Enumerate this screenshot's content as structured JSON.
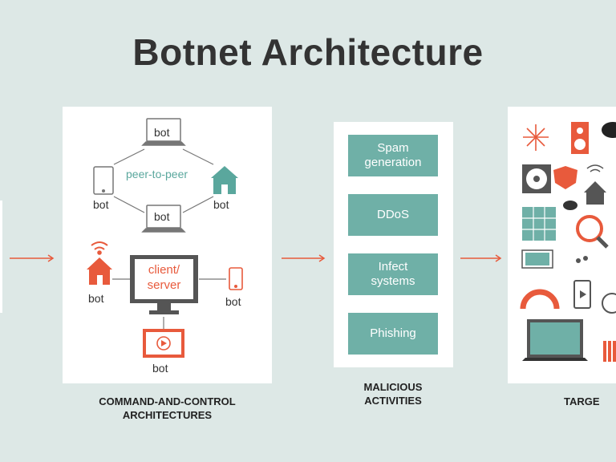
{
  "title": "Botnet Architecture",
  "captions": {
    "c2": "COMMAND-AND-CONTROL\nARCHITECTURES",
    "malicious": "MALICIOUS\nACTIVITIES",
    "targets": "TARGE"
  },
  "c2": {
    "p2p_label": "peer-to-peer",
    "client_server_label": "client/\nserver",
    "bot_label": "bot"
  },
  "activities": [
    "Spam\ngeneration",
    "DDoS",
    "Infect\nsystems",
    "Phishing"
  ],
  "colors": {
    "accent": "#e85a3c",
    "teal": "#6fb0a7",
    "background": "#dde8e6"
  }
}
